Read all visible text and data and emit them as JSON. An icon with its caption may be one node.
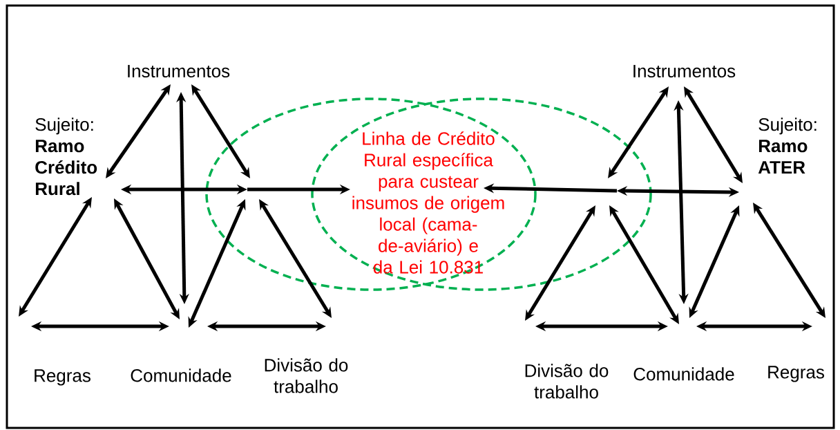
{
  "diagram": {
    "nodes": [
      {
        "text": [
          "Instrumentos"
        ]
      },
      {
        "text": [
          "Sujeito:",
          "Ramo Crédito Rural"
        ]
      },
      {
        "text": [
          "Regras"
        ]
      },
      {
        "text": [
          "Comunidade"
        ]
      },
      {
        "text": [
          "Divisão do trabalho"
        ]
      },
      {
        "text": [
          "Linha de Crédito Rural específica para custear insumos de origem local (cama-de-aviário) e da Lei 10.831"
        ]
      },
      {
        "text": [
          "Instrumentos"
        ]
      },
      {
        "text": [
          "Sujeito:",
          "Ramo ATER"
        ]
      },
      {
        "text": [
          "Divisão do trabalho"
        ]
      },
      {
        "text": [
          "Comunidade"
        ]
      },
      {
        "text": [
          "Regras"
        ]
      }
    ],
    "edges": [
      {
        "from": 0,
        "to": 1,
        "arrow": "both"
      },
      {
        "from": 0,
        "to": null,
        "arrow": "both"
      },
      {
        "from": 0,
        "to": 3,
        "arrow": "both"
      },
      {
        "from": 1,
        "to": null,
        "arrow": "both"
      },
      {
        "from": null,
        "to": 5,
        "arrow": "to"
      },
      {
        "from": 1,
        "to": 2,
        "arrow": "both"
      },
      {
        "from": 1,
        "to": 3,
        "arrow": "both"
      },
      {
        "from": 2,
        "to": 3,
        "arrow": "both"
      },
      {
        "from": 3,
        "to": null,
        "arrow": "both"
      },
      {
        "from": null,
        "to": 4,
        "arrow": "both"
      },
      {
        "from": 3,
        "to": 4,
        "arrow": "both"
      },
      {
        "from": 6,
        "to": 7,
        "arrow": "both"
      },
      {
        "from": 6,
        "to": null,
        "arrow": "both"
      },
      {
        "from": 6,
        "to": 9,
        "arrow": "both"
      },
      {
        "from": 7,
        "to": null,
        "arrow": "both"
      },
      {
        "from": null,
        "to": 5,
        "arrow": "to"
      },
      {
        "from": 7,
        "to": 10,
        "arrow": "both"
      },
      {
        "from": 7,
        "to": 9,
        "arrow": "both"
      },
      {
        "from": 8,
        "to": null,
        "arrow": "both"
      },
      {
        "from": 9,
        "to": null,
        "arrow": "both"
      },
      {
        "from": 8,
        "to": 9,
        "arrow": "both"
      },
      {
        "from": 9,
        "to": 10,
        "arrow": "both"
      }
    ]
  }
}
